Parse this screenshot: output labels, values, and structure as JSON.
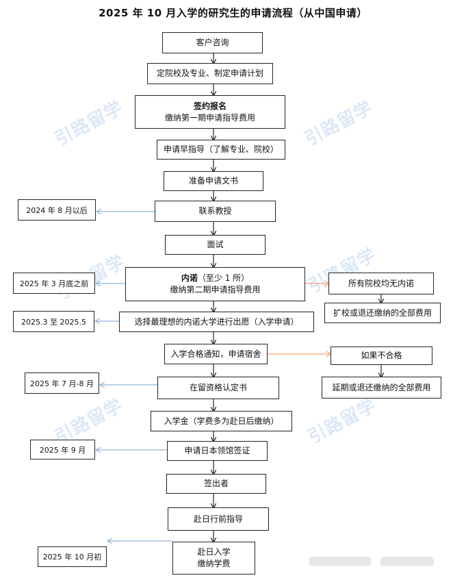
{
  "title": "2025 年 10 月入学的研究生的申请流程（从中国申请）",
  "watermark": "引路留学",
  "steps": {
    "consult": "客户咨询",
    "plan": "定院校及专业、制定申请计划",
    "sign_title": "签约报名",
    "sign_sub": "缴纳第一期申请指导费用",
    "guide": "申请早指导（了解专业、院校）",
    "docs": "准备申请文书",
    "contact": "联系教授",
    "interview": "面试",
    "naishin_title": "内诺",
    "naishin_paren": "（至少 1 所）",
    "naishin_sub": "缴纳第二期申请指导费用",
    "choose": "选择最理想的内诺大学进行出愿（入学申请）",
    "notice": "入学合格通知，申请宿舍",
    "coe": "在留资格认定书",
    "fee": "入学金（学费多为赴日后缴纳）",
    "visa": "申请日本领馆签证",
    "issued": "签出者",
    "predeparture": "赴日行前指导",
    "arrive_title": "赴日入学",
    "arrive_sub": "缴纳学费"
  },
  "branches": {
    "no_naishin": "所有院校均无内诺",
    "refund1": "扩校或退还缴纳的全部费用",
    "fail": "如果不合格",
    "refund2": "延期或退还缴纳的全部费用"
  },
  "dates": {
    "d1": "2024 年 8 月以后",
    "d2": "2025 年 3 月底之前",
    "d3": "2025.3 至 2025.5",
    "d4": "2025 年 7 月-8 月",
    "d5": "2025 年 9 月",
    "d6": "2025 年 10 月初"
  },
  "colors": {
    "main_arrow": "#222222",
    "date_arrow": "#8fb4d8",
    "branch_arrow": "#f0a070",
    "watermark": "#dbe8f6"
  }
}
